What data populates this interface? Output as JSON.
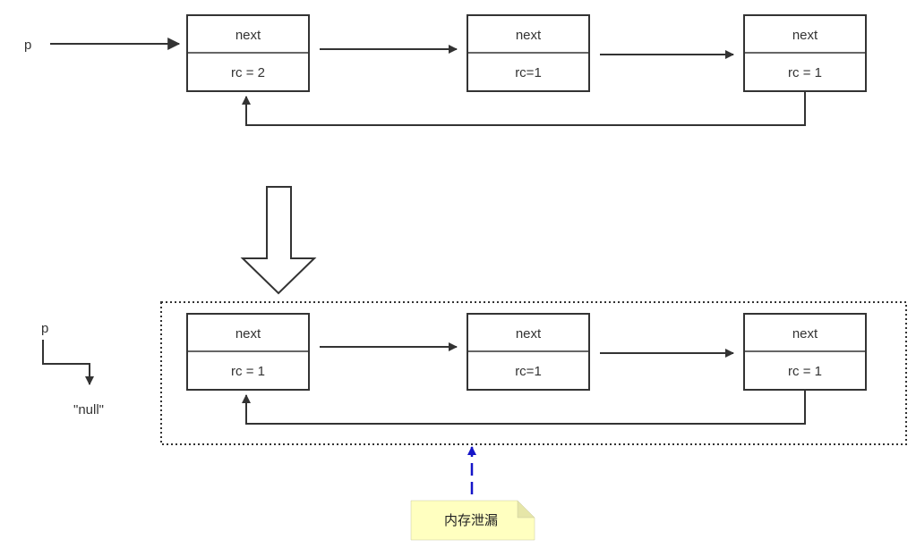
{
  "top": {
    "pointer_label": "p",
    "nodes": [
      {
        "next": "next",
        "rc": "rc = 2"
      },
      {
        "next": "next",
        "rc": "rc=1"
      },
      {
        "next": "next",
        "rc": "rc = 1"
      }
    ]
  },
  "bottom": {
    "pointer_label": "p",
    "null_label": "\"null\"",
    "nodes": [
      {
        "next": "next",
        "rc": "rc = 1"
      },
      {
        "next": "next",
        "rc": "rc=1"
      },
      {
        "next": "next",
        "rc": "rc = 1"
      }
    ]
  },
  "note": {
    "text": "内存泄漏",
    "fill_color": "#ffffc0",
    "arrow_color": "#1515c8"
  }
}
